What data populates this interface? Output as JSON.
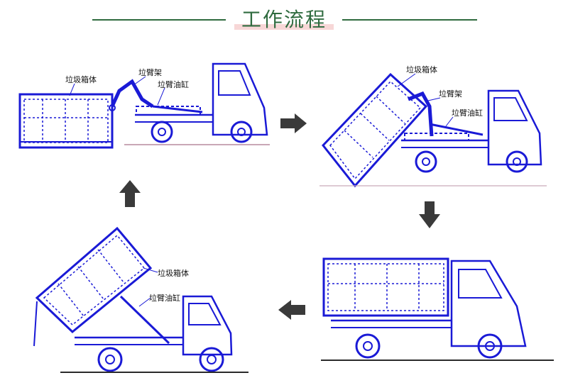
{
  "title": "工作流程",
  "colors": {
    "title": "#2f6b3f",
    "drawing": "#1a1ad6",
    "arrow": "#3a3a3a",
    "ground": "#c9a7b6"
  },
  "panels": [
    {
      "step": 1,
      "labels": {
        "box": "垃圾箱体",
        "arm": "垃臂架",
        "cylinder": "垃臂油缸"
      }
    },
    {
      "step": 2,
      "labels": {
        "box": "垃圾箱体",
        "arm": "垃臂架",
        "cylinder": "垃臂油缸"
      }
    },
    {
      "step": 3,
      "labels": {}
    },
    {
      "step": 4,
      "labels": {
        "box": "垃圾箱体",
        "cylinder": "垃臂油缸"
      }
    }
  ],
  "flow": [
    "right",
    "down",
    "left",
    "up"
  ]
}
